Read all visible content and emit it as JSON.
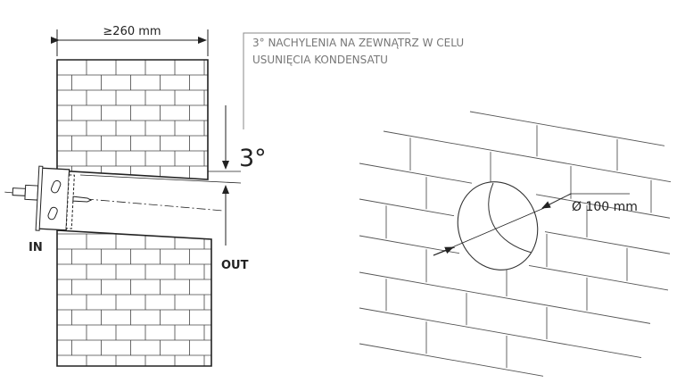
{
  "dimension_width": "≥260 mm",
  "note": {
    "line1": "3° NACHYLENIA NA ZEWNĄTRZ W CELU",
    "line2": "USUNIĘCIA KONDENSATU"
  },
  "angle": "3°",
  "inside_label": "IN",
  "outside_label": "OUT",
  "diameter": "Ø 100 mm",
  "colors": {
    "line": "#222222",
    "light_line": "#555555",
    "note_text": "#777777"
  }
}
